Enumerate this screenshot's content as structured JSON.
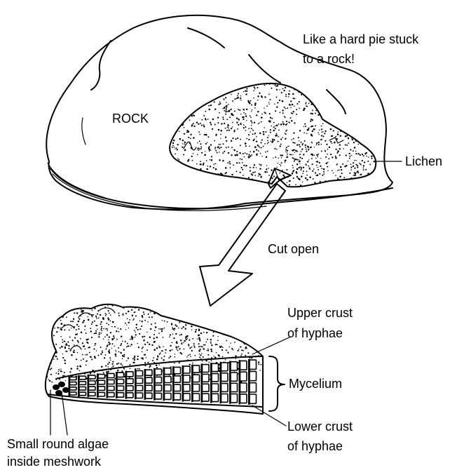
{
  "labels": {
    "caption_line1": "Like a hard pie stuck",
    "caption_line2": "to a rock!",
    "rock": "ROCK",
    "lichen": "Lichen",
    "cut_open": "Cut open",
    "upper_crust_line1": "Upper crust",
    "upper_crust_line2": "of hyphae",
    "mycelium": "Mycelium",
    "lower_crust_line1": "Lower crust",
    "lower_crust_line2": "of hyphae",
    "algae_line1": "Small round algae",
    "algae_line2": "inside meshwork"
  },
  "colors": {
    "ink": "#000000",
    "background": "#ffffff"
  }
}
